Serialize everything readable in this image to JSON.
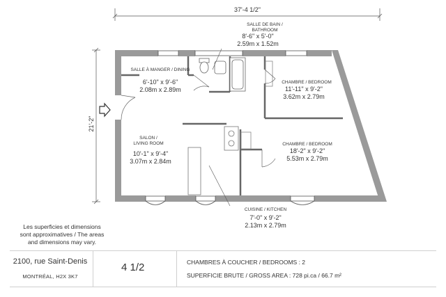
{
  "dimensions": {
    "overall_width": "37'-4 1/2\"",
    "overall_height": "21'-2\""
  },
  "rooms": {
    "bathroom": {
      "name1": "SALLE DE BAIN /",
      "name2": "BATHROOM",
      "imperial": "8'-6\"  x  5'-0\"",
      "metric": "2.59m x 1.52m"
    },
    "dining": {
      "name": "SALLE À MANGER / DINING",
      "imperial": "6'-10\"  x  9'-6\"",
      "metric": "2.08m x 2.89m"
    },
    "bedroom1": {
      "name": "CHAMBRE / BEDROOM",
      "imperial": "11'-11\"  x  9'-2\"",
      "metric": "3.62m x 2.79m"
    },
    "living": {
      "name1": "SALON /",
      "name2": "LIVING ROOM",
      "imperial": "10'-1\"  x  9'-4\"",
      "metric": "3.07m x 2.84m"
    },
    "bedroom2": {
      "name": "CHAMBRE / BEDROOM",
      "imperial": "18'-2\"  x  9'-2\"",
      "metric": "5.53m x 2.79m"
    },
    "kitchen": {
      "name": "CUISINE / KITCHEN",
      "imperial": "7'-0\"  x  9'-2\"",
      "metric": "2.13m x 2.79m"
    }
  },
  "disclaimer": [
    "Les superficies et dimensions",
    "sont approximatives / The areas",
    "and dimensions may vary."
  ],
  "footer": {
    "address": "2100, rue Saint-Denis",
    "city": "MONTRÉAL, H2X 3K7",
    "unit_type": "4 1/2",
    "bedrooms": "CHAMBRES À COUCHER / BEDROOMS :  2",
    "area": "SUPERFICIE BRUTE / GROSS AREA :  728 pi.ca / 66.7 m²"
  },
  "colors": {
    "wall": "#9a9a9a",
    "line": "#555555",
    "text": "#333333"
  }
}
